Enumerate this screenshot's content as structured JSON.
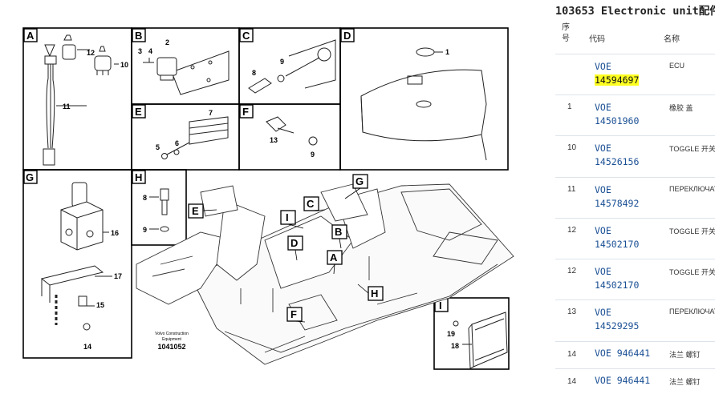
{
  "panel": {
    "title": "103653 Electronic unit配件",
    "headers": {
      "seq": "序\n号",
      "code": "代码",
      "name": "名称"
    },
    "rows": [
      {
        "num": "",
        "code1": "VOE",
        "code2": "14594697",
        "name": "ECU",
        "highlight": true
      },
      {
        "num": "1",
        "code1": "VOE",
        "code2": "14501960",
        "name": "橡胶 盖"
      },
      {
        "num": "10",
        "code1": "VOE",
        "code2": "14526156",
        "name": "TOGGLE 开关"
      },
      {
        "num": "11",
        "code1": "VOE",
        "code2": "14578492",
        "name": "ПЕРЕКЛЮЧАТЕЛ"
      },
      {
        "num": "12",
        "code1": "VOE",
        "code2": "14502170",
        "name": "TOGGLE 开关"
      },
      {
        "num": "12",
        "code1": "VOE",
        "code2": "14502170",
        "name": "TOGGLE 开关"
      },
      {
        "num": "13",
        "code1": "VOE",
        "code2": "14529295",
        "name": "ПЕРЕКЛЮЧАТЕЛ"
      },
      {
        "num": "14",
        "code1": "VOE 946441",
        "code2": "",
        "name": "法兰 螺钉"
      },
      {
        "num": "14",
        "code1": "VOE 946441",
        "code2": "",
        "name": "法兰 螺钉"
      }
    ]
  },
  "diagram": {
    "boxes": [
      "A",
      "B",
      "C",
      "D",
      "E",
      "F",
      "G",
      "H",
      "I"
    ],
    "callouts": {
      "A": [
        "A"
      ],
      "B": [
        "B"
      ],
      "C": [
        "C"
      ],
      "D": [
        "D"
      ],
      "E": [
        "E"
      ],
      "F": [
        "F"
      ],
      "G": [
        "G"
      ],
      "H": [
        "H"
      ],
      "I": [
        "I"
      ]
    },
    "part_numbers": {
      "n1": "1",
      "n2": "2",
      "n3": "3",
      "n4": "4",
      "n5": "5",
      "n6": "6",
      "n7": "7",
      "n8": "8",
      "n9": "9",
      "n10": "10",
      "n11": "11",
      "n12": "12",
      "n13": "13",
      "n14": "14",
      "n15": "15",
      "n16": "16",
      "n17": "17",
      "n18": "18",
      "n19": "19",
      "n8h": "8",
      "n9h": "9",
      "n9c": "9",
      "n9f": "9",
      "n8c": "8"
    },
    "stamp_line1": "Volvo Construction",
    "stamp_line2": "Equipment",
    "stamp_code": "1041052"
  }
}
